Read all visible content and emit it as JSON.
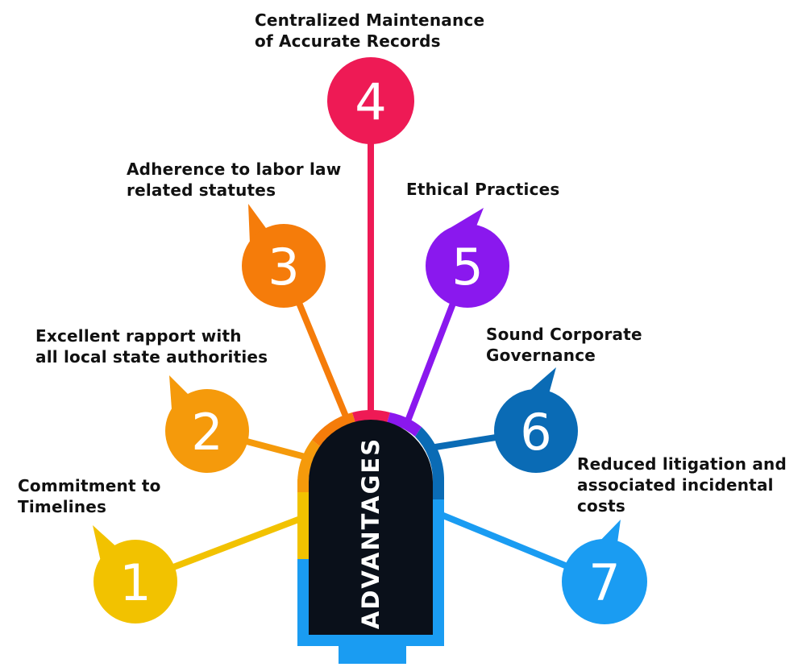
{
  "center_label": "ADVANTAGES",
  "colors": {
    "background": "#ffffff",
    "core_fill": "#0a101a",
    "core_text": "#ffffff",
    "text": "#111111"
  },
  "items": [
    {
      "number": "1",
      "label_lines": [
        "Commitment to",
        "Timelines"
      ],
      "color": "#f2c200"
    },
    {
      "number": "2",
      "label_lines": [
        "Excellent rapport with",
        "all local state authorities"
      ],
      "color": "#f59a0b"
    },
    {
      "number": "3",
      "label_lines": [
        "Adherence to labor law",
        "related statutes"
      ],
      "color": "#f57c0a"
    },
    {
      "number": "4",
      "label_lines": [
        "Centralized Maintenance",
        "of Accurate Records"
      ],
      "color": "#ee1a55"
    },
    {
      "number": "5",
      "label_lines": [
        "Ethical Practices"
      ],
      "color": "#8a18ee"
    },
    {
      "number": "6",
      "label_lines": [
        "Sound Corporate",
        "Governance"
      ],
      "color": "#0a6bb5"
    },
    {
      "number": "7",
      "label_lines": [
        "Reduced litigation and",
        "associated incidental",
        "costs"
      ],
      "color": "#1a9cf2"
    }
  ]
}
